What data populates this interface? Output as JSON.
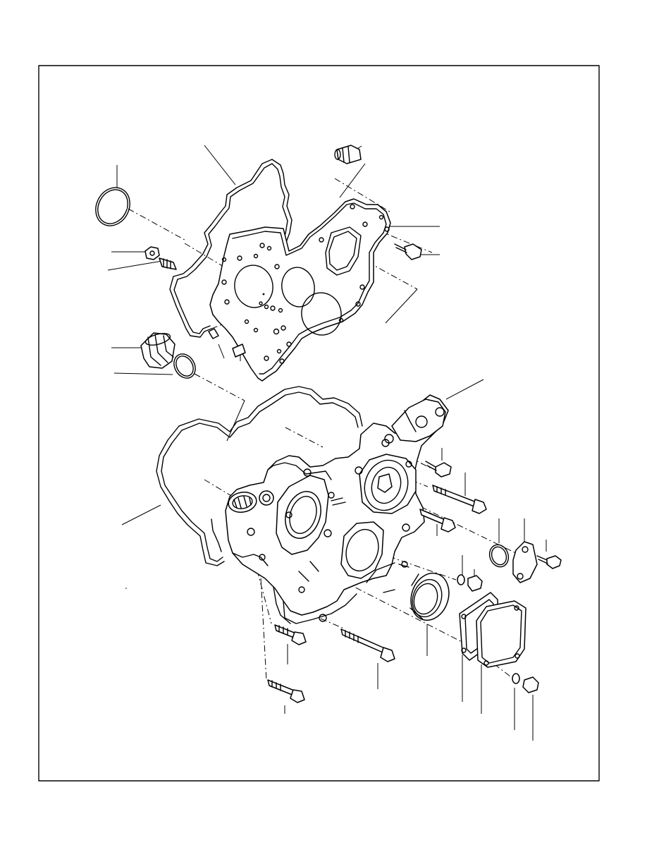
{
  "diagram": {
    "colors": {
      "line": "#000000",
      "background": "#ffffff"
    },
    "parts": [
      "o-ring-upper",
      "timing-gasket-upper",
      "front-plate",
      "plate-gasket",
      "hollow-dowel",
      "nut",
      "stud",
      "bolt-top-right",
      "oil-filler-cap",
      "cap-o-ring",
      "timing-gear-case",
      "case-gasket",
      "case-bracket",
      "oil-seal",
      "cover-plate-o-ring",
      "cover-plate",
      "cover-gasket",
      "end-cover",
      "washer",
      "flange-bolts"
    ]
  }
}
